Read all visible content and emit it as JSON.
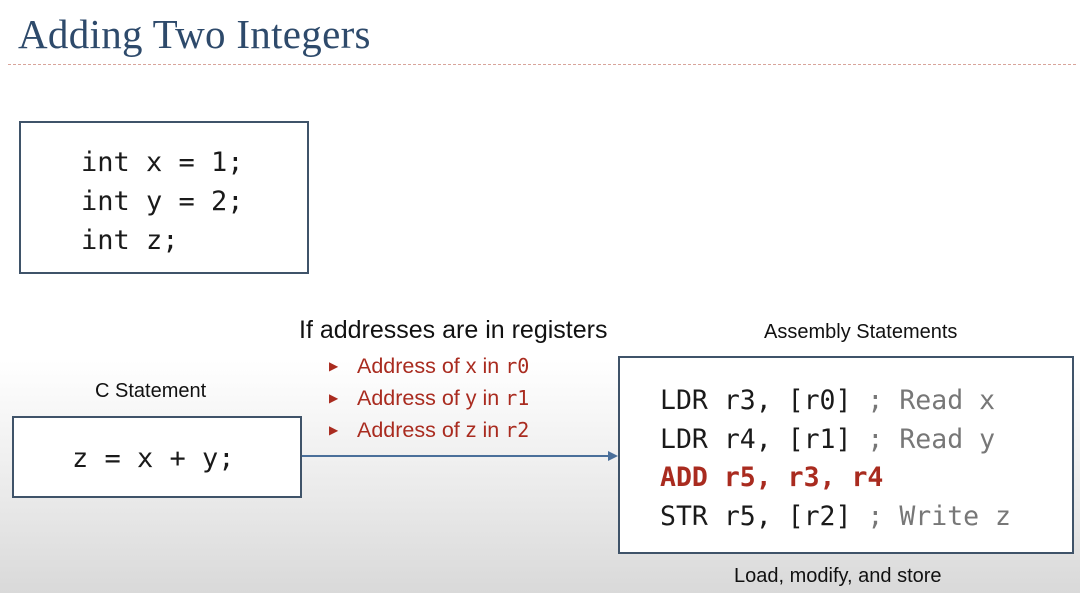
{
  "title": "Adding Two Integers",
  "declarations": [
    "int x = 1;",
    "int y = 2;",
    "int z;"
  ],
  "c_statement": {
    "label": "C Statement",
    "code": "z = x + y;"
  },
  "registers": {
    "heading": "If addresses are in registers",
    "items": [
      {
        "prefix": "Address of x in ",
        "reg": "r0"
      },
      {
        "prefix": "Address of y in ",
        "reg": "r1"
      },
      {
        "prefix": "Address of z in ",
        "reg": "r2"
      }
    ]
  },
  "assembly": {
    "label": "Assembly Statements",
    "lines": [
      {
        "code": "LDR r3, [r0] ",
        "comment": "; Read x"
      },
      {
        "code": "LDR r4, [r1] ",
        "comment": "; Read y"
      },
      {
        "code": "ADD r5, r3, r4",
        "comment": ""
      },
      {
        "code": "STR r5, [r2] ",
        "comment": "; Write z"
      }
    ],
    "caption": "Load, modify, and store"
  },
  "colors": {
    "title": "#2e4a6b",
    "box_border": "#3f5369",
    "accent_red": "#a92b1f",
    "comment_gray": "#777777",
    "arrow": "#4a6f9a"
  }
}
